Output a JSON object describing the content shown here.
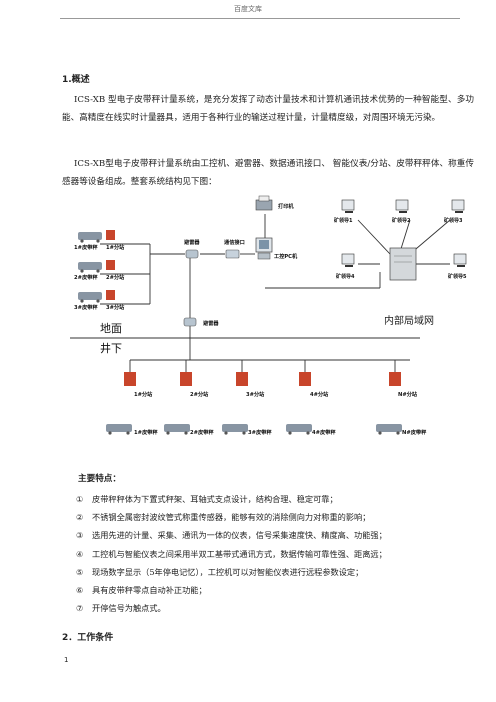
{
  "header": {
    "site": "百度文库"
  },
  "section1": {
    "heading": "1.概述",
    "para1": "ICS-XB 型电子皮带秤计量系统，是充分发挥了动态计量技术和计算机通讯技术优势的一种智能型、多功能、高精度在线实时计量器具，适用于各种行业的输送过程计量，计量精度级，对周围环境无污染。",
    "para2": "ICS-XB型电子皮带秤计量系统由工控机、避雷器、数据通讯接口、 智能仪表/分站、皮带秤秤体、称重传感器等设备组成。整套系统结构见下图："
  },
  "diagram": {
    "printer": "打印机",
    "lightning_top": "避雷器",
    "comm_interface": "通信接口",
    "ipc": "工控PC机",
    "lightning_mid": "避雷器",
    "left_groups": [
      {
        "scale": "1#皮带秤",
        "station": "1#分站"
      },
      {
        "scale": "2#皮带秤",
        "station": "2#分站"
      },
      {
        "scale": "3#皮带秤",
        "station": "3#分站"
      }
    ],
    "leaders": [
      "矿领导1",
      "矿领导2",
      "矿领导3",
      "矿领导4",
      "矿领导5"
    ],
    "lan": "内部局域网",
    "surface": "地面",
    "underground": "井下",
    "stations": [
      "1#分站",
      "2#分站",
      "3#分站",
      "4#分站",
      "N#分站"
    ],
    "scales": [
      "1#皮带秤",
      "2#皮带秤",
      "3#皮带秤",
      "4#皮带秤",
      "N#皮带秤"
    ],
    "colors": {
      "station": "#c8452b",
      "belt": "#7b8a9a",
      "line": "#333333"
    }
  },
  "features": {
    "title": "主要特点",
    "title_suffix": "：",
    "items": [
      {
        "num": "①",
        "text": "皮带秤秤体为下置式秤架、耳轴式支点设计，结构合理、稳定可靠；"
      },
      {
        "num": "②",
        "text": "不锈钢全属密封波纹管式称重传感器，能够有效的消除侧向力对称重的影响；"
      },
      {
        "num": "③",
        "text": "选用先进的计量、采集、通讯为一体的仪表，信号采集速度快、精度高、功能强；"
      },
      {
        "num": "④",
        "text": "工控机与智能仪表之间采用半双工基带式通讯方式，数据传输可靠性强、距离远；"
      },
      {
        "num": "⑤",
        "text": "现场数字显示（5年停电记忆），工控机可以对智能仪表进行远程参数设定；"
      },
      {
        "num": "⑥",
        "text": "具有皮带秤零点自动补正功能；"
      },
      {
        "num": "⑦",
        "text": "开停信号为触点式。"
      }
    ]
  },
  "section2": {
    "heading": "2．工作条件"
  },
  "page_number": "1"
}
